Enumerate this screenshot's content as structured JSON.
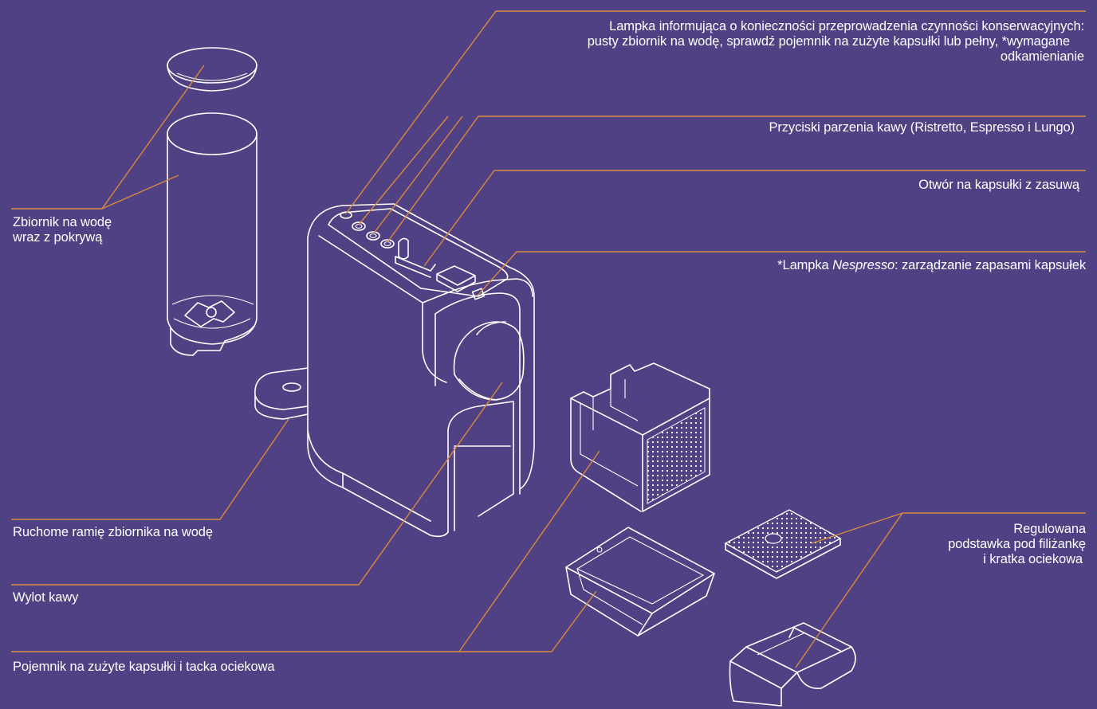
{
  "colors": {
    "background": "#4f4183",
    "line_art": "#ffffff",
    "leader_lines": "#d98a3c"
  },
  "labels": {
    "maintenance_light": {
      "line1": "Lampka informująca o konieczności przeprowadzenia czynności konserwacyjnych:",
      "line2": "pusty zbiornik na wodę, sprawdź pojemnik na zużyte kapsułki lub pełny, *wymagane",
      "line3": "odkamienianie"
    },
    "brew_buttons": "Przyciski parzenia kawy (Ristretto, Espresso i Lungo)",
    "capsule_slot": "Otwór na kapsułki z zasuwą",
    "nespresso_light": {
      "prefix": "*Lampka ",
      "brand": "Nespresso",
      "suffix": ": zarządzanie zapasami kapsułek"
    },
    "water_tank": {
      "line1": "Zbiornik na wodę",
      "line2": "wraz z pokrywą"
    },
    "tank_arm": "Ruchome ramię zbiornika na wodę",
    "coffee_outlet": "Wylot kawy",
    "capsule_container": "Pojemnik na zużyte kapsułki i tacka ociekowa",
    "cup_support": {
      "line1": "Regulowana",
      "line2": "podstawka pod filiżankę",
      "line3": "i kratka ociekowa"
    }
  }
}
